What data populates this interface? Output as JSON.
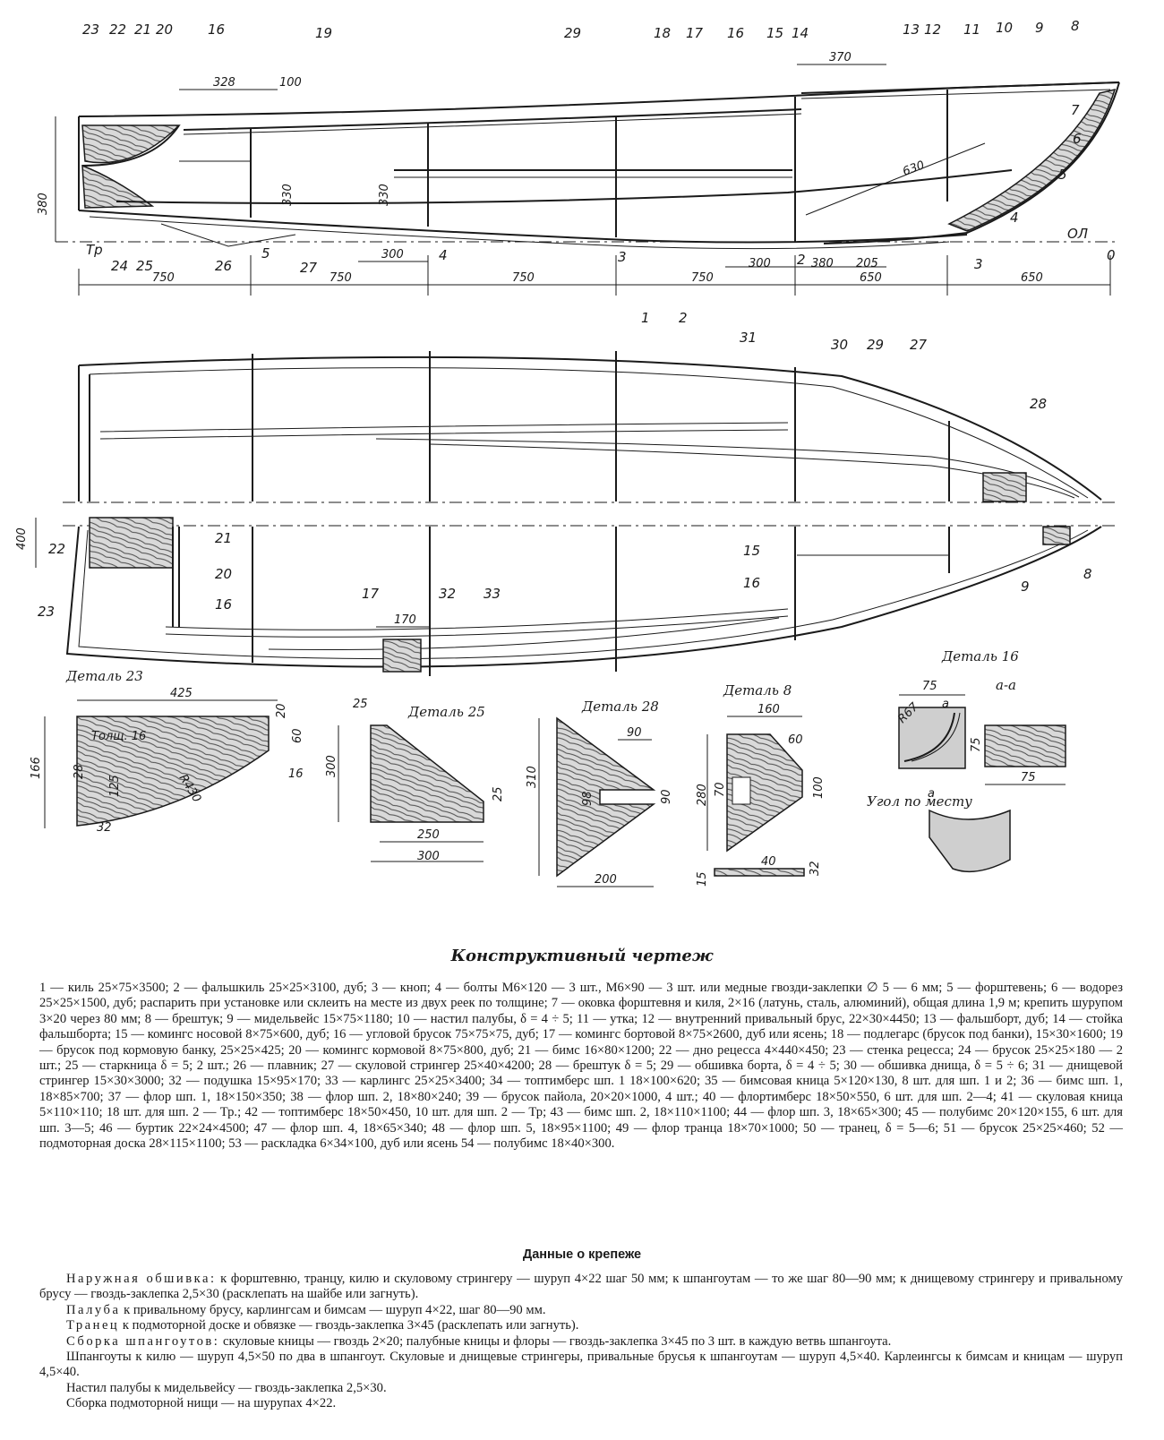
{
  "caption": "Конструктивный чертеж",
  "legend_text": "1 — киль 25×75×3500; 2 — фальшкиль 25×25×3100, дуб; 3 — кноп; 4 — болты М6×120 — 3 шт., М6×90 — 3 шт. или медные гвозди-заклепки ∅ 5 — 6 мм; 5 — форштевень; 6 — водорез 25×25×1500, дуб; распарить при установке или склеить на месте из двух реек по толщине; 7 — оковка форштевня и киля, 2×16 (латунь, сталь, алюминий), общая длина 1,9 м; крепить шурупом 3×20 через 80 мм; 8 — брештук; 9 — мидельвейс 15×75×1180; 10 — настил палубы, δ = 4 ÷ 5; 11 — утка; 12 — внутренний привальный брус, 22×30×4450; 13 — фальшборт, дуб; 14 — стойка фальшборта; 15 — комингс носовой 8×75×600, дуб; 16 — угловой брусок 75×75×75, дуб; 17 — комингс бортовой 8×75×2600, дуб или ясень; 18 — подлегарс (брусок под банки), 15×30×1600; 19 — брусок под кормовую банку, 25×25×425; 20 — комингс кормовой 8×75×800, дуб; 21 — бимс 16×80×1200; 22 — дно рецесса 4×440×450; 23 — стенка рецесса; 24 — брусок 25×25×180 — 2 шт.; 25 — старкница δ = 5; 2 шт.; 26 — плавник; 27 — скуловой стрингер 25×40×4200; 28 — брештук δ = 5; 29 — обшивка борта, δ = 4 ÷ 5; 30 — обшивка днища, δ = 5 ÷ 6; 31 — днищевой стрингер 15×30×3000; 32 — подушка 15×95×170; 33 — карлингс 25×25×3400; 34 — топтимберс шп. 1 18×100×620; 35 — бимсовая кница 5×120×130, 8 шт. для шп. 1 и 2; 36 — бимс шп. 1, 18×85×700; 37 — флор шп. 1, 18×150×350; 38 — флор шп. 2, 18×80×240; 39 — брусок пайола, 20×20×1000, 4 шт.; 40 — флортимберс 18×50×550, 6 шт. для шп. 2—4; 41 — скуловая кница 5×110×110; 18 шт. для шп. 2 — Тр.; 42 — топтимберс 18×50×450, 10 шт. для шп. 2 — Тр; 43 — бимс шп. 2, 18×110×1100; 44 — флор шп. 3, 18×65×300; 45 — полубимс 20×120×155, 6 шт. для шп. 3—5; 46 — буртик 22×24×4500; 47 — флор шп. 4, 18×65×340; 48 — флор шп. 5, 18×95×1100; 49 — флор транца 18×70×1000; 50 — транец, δ = 5—6; 51 — брусок 25×25×460; 52 — подмоторная доска 28×115×1100; 53 — раскладка 6×34×100, дуб или ясень 54 — полубимс 18×40×300.",
  "fasteners_title": "Данные о крепеже",
  "fasteners": [
    {
      "lead": "Наружная обшивка:",
      "text": " к форштевню, транцу, килю и скуловому стрингеру — шуруп 4×22 шаг 50 мм; к шпангоутам — то же шаг 80—90 мм; к днищевому стрингеру и привальному брусу — гвоздь-заклепка 2,5×30 (расклепать на шайбе или загнуть)."
    },
    {
      "lead": "Палуба",
      "text": " к привальному брусу, карлингсам и бимсам — шуруп 4×22, шаг 80—90 мм."
    },
    {
      "lead": "Транец",
      "text": " к подмоторной доске и обвязке — гвоздь-заклепка 3×45 (расклепать или загнуть)."
    },
    {
      "lead": "Сборка шпангоутов:",
      "text": " скуловые кницы — гвоздь 2×20; палубные кницы и флоры — гвоздь-заклепка 3×45 по 3 шт. в каждую ветвь шпангоута."
    },
    {
      "lead": "",
      "text": "Шпангоуты к килю — шуруп 4,5×50 по два в шпангоут. Скуловые и днищевые стрингеры, привальные брусья к шпангоутам — шуруп 4,5×40. Карлеингсы к бимсам и кницам — шуруп 4,5×40."
    },
    {
      "lead": "",
      "text": "Настил палубы к мидельвейсу — гвоздь-заклепка 2,5×30."
    },
    {
      "lead": "",
      "text": "Сборка подмоторной нищи — на шурупах 4×22."
    }
  ],
  "side_view": {
    "part_numbers": [
      "23",
      "22",
      "21",
      "20",
      "16",
      "19",
      "29",
      "18",
      "17",
      "16",
      "15",
      "14",
      "13",
      "12",
      "11",
      "10",
      "9",
      "8",
      "7",
      "6",
      "5",
      "4",
      "3",
      "2",
      "1",
      "2",
      "3",
      "4",
      "5",
      "26",
      "27",
      "25",
      "24",
      "Тр",
      "0",
      "ОЛ"
    ],
    "dims": {
      "d328": "328",
      "d100": "100",
      "d370": "370",
      "d630": "630",
      "d330a": "330",
      "d330b": "330",
      "d380": "380",
      "d300": "300",
      "d300b": "300",
      "d380b": "380",
      "d205": "205",
      "d750a": "750",
      "d750b": "750",
      "d750c": "750",
      "d750d": "750",
      "d650a": "650",
      "d650b": "650"
    }
  },
  "plan_view": {
    "part_numbers": [
      "31",
      "30",
      "29",
      "27",
      "28",
      "15",
      "16",
      "9",
      "8",
      "22",
      "21",
      "20",
      "16",
      "23",
      "17",
      "32",
      "33"
    ],
    "dims": {
      "d400": "400",
      "d170": "170"
    }
  },
  "details": {
    "d23": {
      "title": "Деталь 23",
      "dims": [
        "425",
        "20",
        "60",
        "166",
        "28",
        "125",
        "16",
        "32"
      ],
      "note": "Толщ. 16",
      "radius": "R430"
    },
    "d25": {
      "title": "Деталь 25",
      "dims": [
        "25",
        "300",
        "25",
        "250",
        "300"
      ]
    },
    "d28": {
      "title": "Деталь 28",
      "dims": [
        "90",
        "310",
        "98",
        "90",
        "200"
      ]
    },
    "d8": {
      "title": "Деталь 8",
      "dims": [
        "160",
        "60",
        "280",
        "70",
        "100",
        "40",
        "32",
        "15"
      ]
    },
    "d16": {
      "title": "Деталь 16",
      "dims": [
        "75",
        "R67",
        "75",
        "75"
      ],
      "section": "а-а",
      "section_mark": "а",
      "note": "Угол по месту"
    }
  }
}
